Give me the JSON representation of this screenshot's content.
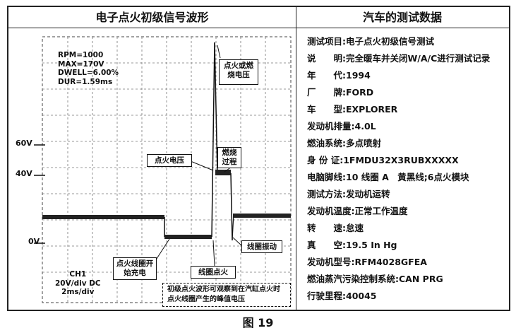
{
  "headers": {
    "left": "电子点火初级信号波形",
    "right": "汽车的测试数据"
  },
  "stats": [
    "RPM=1000",
    "MAX=170V",
    "DWELL=6.00%",
    "DUR=1.59ms"
  ],
  "axis": {
    "v60": "60V",
    "v40": "40V",
    "v0": "0V"
  },
  "annotations": {
    "burn_voltage": "点火或燃烧电压",
    "burn_process": "燃烧过程",
    "ignition_voltage": "点火电压",
    "coil_oscillation": "线圈振动",
    "coil_charge_start": "点火线圈开始充电",
    "coil_ignition": "线圈点火"
  },
  "channel": {
    "name": "CH1",
    "scale": "20V/div DC",
    "time": "2ms/div"
  },
  "note": "初级点火波形可观察到在汽缸点火时点火线圈产生的峰值电压",
  "test_data": [
    "测试项目:电子点火初级信号测试",
    "说　　明:完全暖车并关闭W/A/C进行测试记录",
    "年　　代:1994",
    "厂　　牌:FORD",
    "车　　型:EXPLORER",
    "发动机排量:4.0L",
    "燃油系统:多点喷射",
    "身 份 证:1FMDU32X3RUBXXXXX",
    "电脑脚线:10 线圈 A　黄黑线;6点火模块",
    "测试方法:发动机运转",
    "发动机温度:正常工作温度",
    "转　　速:怠速",
    "真　　空:19.5 In Hg",
    "发动机型号:RFM4028GFEA",
    "燃油蒸汽污染控制系统:CAN PRG",
    "行驶里程:40045"
  ],
  "caption": "图 19"
}
